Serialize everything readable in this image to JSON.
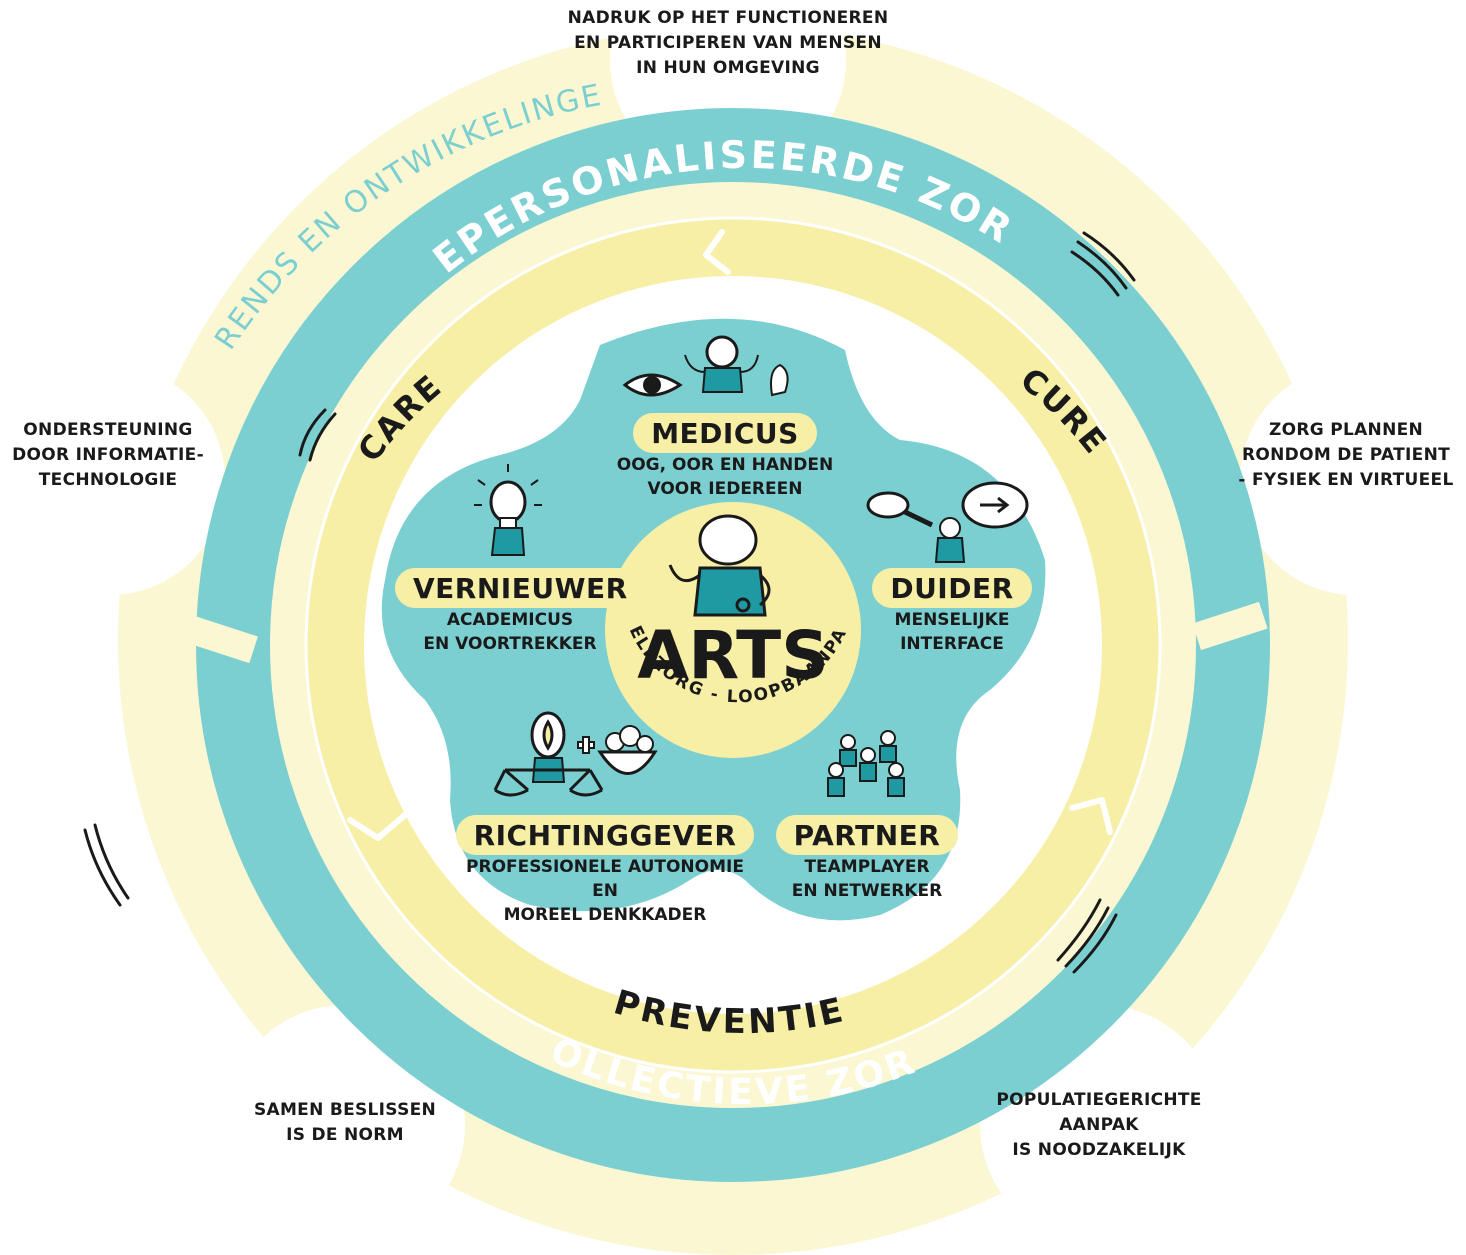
{
  "center": {
    "title": "ARTS",
    "arc_text": "ZELFZORG - LOOPBAANPAD"
  },
  "ring_labels": {
    "inner_top_left": "CARE",
    "inner_top_right": "CURE",
    "inner_bottom": "PREVENTIE",
    "outer_top": "GEPERSONALISEERDE ZORG",
    "outer_bottom": "COLLECTIEVE ZORG",
    "trends": "TRENDS EN ONTWIKKELINGEN"
  },
  "roles": {
    "medicus": {
      "title": "MEDICUS",
      "lines": [
        "OOG, OOR EN HANDEN",
        "VOOR IEDEREEN"
      ]
    },
    "vernieuwer": {
      "title": "VERNIEUWER",
      "lines": [
        "ACADEMICUS",
        "EN VOORTREKKER"
      ]
    },
    "duider": {
      "title": "DUIDER",
      "lines": [
        "MENSELIJKE",
        "INTERFACE"
      ]
    },
    "richtinggever": {
      "title": "RICHTINGGEVER",
      "lines": [
        "PROFESSIONELE AUTONOMIE EN",
        "MOREEL DENKKADER"
      ]
    },
    "partner": {
      "title": "PARTNER",
      "lines": [
        "TEAMPLAYER",
        "EN NETWERKER"
      ]
    }
  },
  "notes": {
    "top": [
      "NADRUK OP HET FUNCTIONEREN",
      "EN PARTICIPEREN VAN MENSEN",
      "IN HUN OMGEVING"
    ],
    "left": [
      "ONDERSTEUNING",
      "DOOR INFORMATIE-",
      "TECHNOLOGIE"
    ],
    "right": [
      "ZORG PLANNEN",
      "RONDOM DE PATIENT",
      "- FYSIEK EN VIRTUEEL"
    ],
    "bottom_left": [
      "SAMEN BESLISSEN",
      "IS DE NORM"
    ],
    "bottom_right": [
      "POPULATIEGERICHTE",
      "AANPAK",
      "IS NOODZAKELIJK"
    ]
  },
  "colors": {
    "teal": "#7ccfd1",
    "teal_dark": "#1f9aa2",
    "cream": "#fbf7d3",
    "yellow": "#f7efa6",
    "ink": "#1a1a1a",
    "white": "#ffffff"
  },
  "icons": [
    "eye-icon",
    "doctor-figure-icon",
    "ear-icon",
    "lightbulb-icon",
    "magnifier-icon",
    "speech-bubble-arrow-icon",
    "scales-icon",
    "brain-bowl-icon",
    "team-group-icon"
  ]
}
